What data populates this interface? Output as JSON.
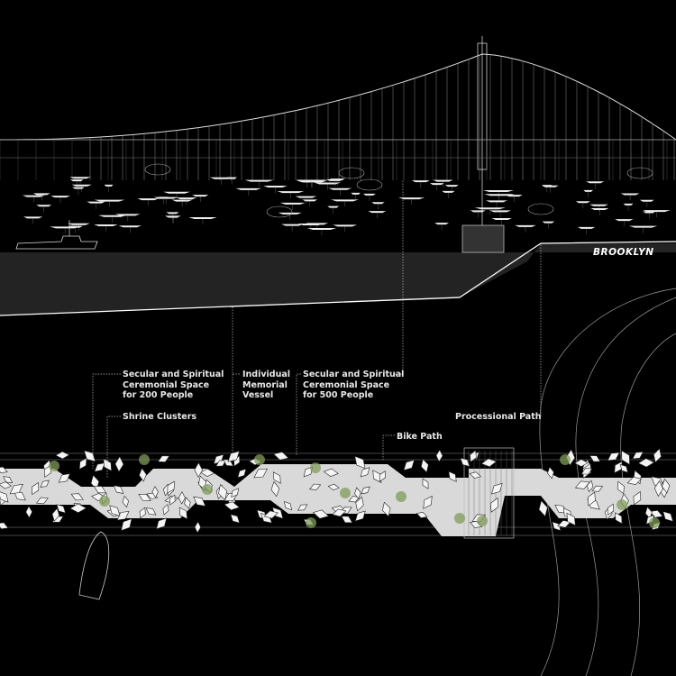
{
  "place_label": "BROOKLYN",
  "annotations": [
    {
      "id": "ceremonial-200",
      "text": "Secular and Spiritual\nCeremonial Space\nfor 200 People"
    },
    {
      "id": "memorial-vessel",
      "text": "Individual\nMemorial\nVessel"
    },
    {
      "id": "ceremonial-500",
      "text": "Secular and Spiritual\nCeremonial Space\nfor 500 People"
    },
    {
      "id": "shrine-clusters",
      "text": "Shrine Clusters"
    },
    {
      "id": "processional-path",
      "text": "Processional Path"
    },
    {
      "id": "bike-path",
      "text": "Bike Path"
    }
  ],
  "colors": {
    "background": "#000000",
    "water": "#232323",
    "plan": "#d9d9d9",
    "tree": "#7f9a5a",
    "line": "#ffffff"
  }
}
